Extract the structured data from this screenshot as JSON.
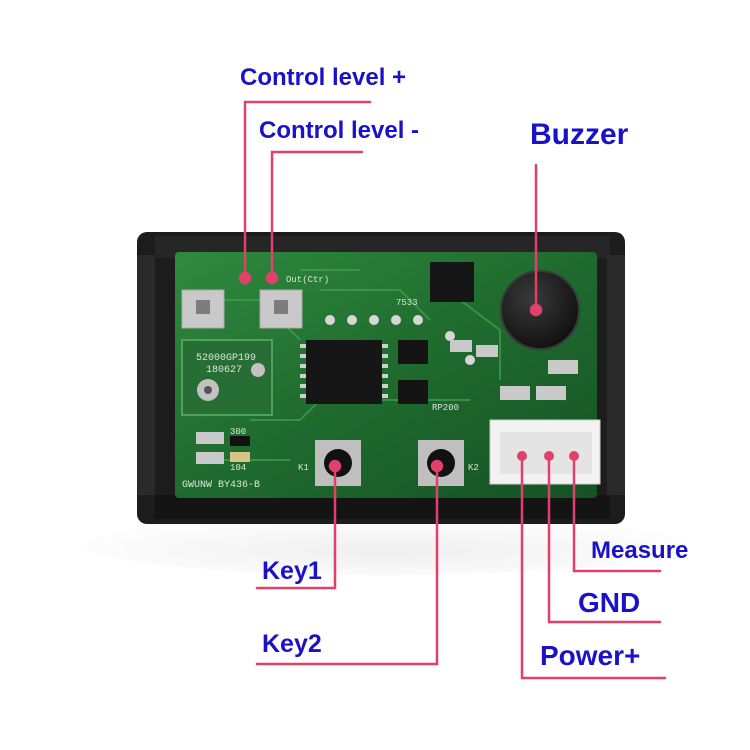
{
  "labels": {
    "control_level_plus": "Control level +",
    "control_level_minus": "Control level -",
    "buzzer": "Buzzer",
    "key1": "Key1",
    "key2": "Key2",
    "measure": "Measure",
    "gnd": "GND",
    "power_plus": "Power+"
  },
  "board_print": {
    "model": "GWUNW BY436-B",
    "crystal": "52000GP199 180627",
    "chip": "7533",
    "out_label": "Out(Ctr)",
    "key1_mark": "K1",
    "key2_mark": "K2",
    "resistor_300": "300",
    "resistor_104": "104",
    "rp200": "RP200"
  },
  "colors": {
    "label_text": "#1a12c8",
    "leader_line": "#e0406a",
    "pcb_green": "#1f6b2e",
    "housing": "#1c1c1c"
  }
}
